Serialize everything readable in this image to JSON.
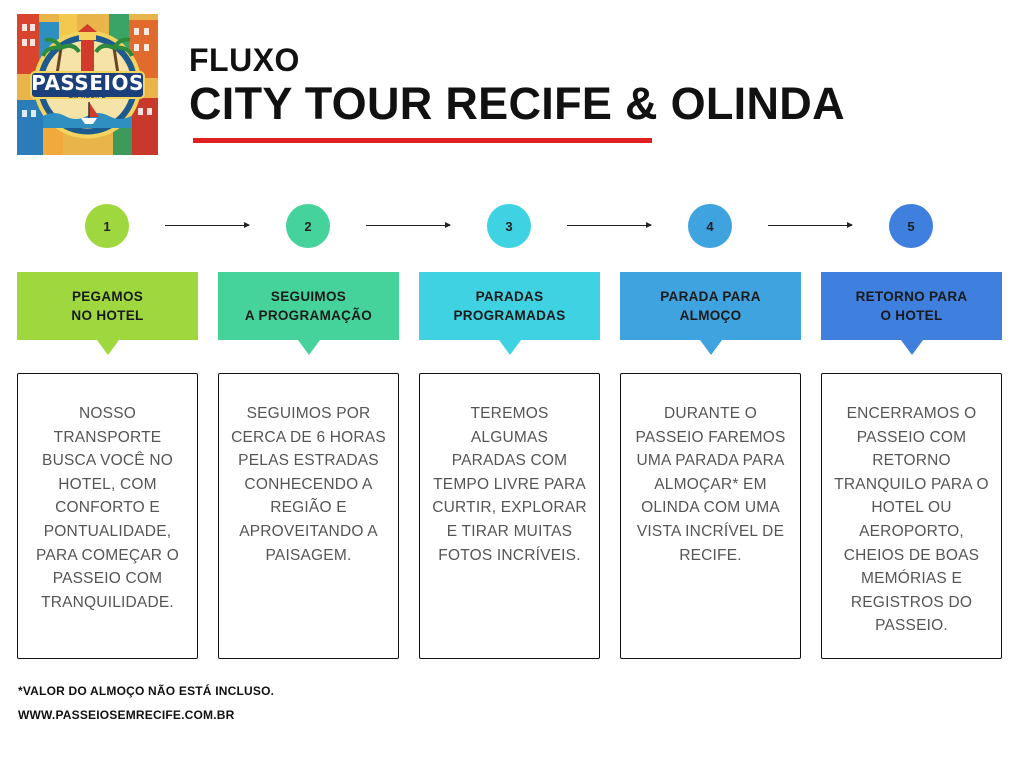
{
  "logo": {
    "text_main": "PASSEIOS",
    "text_sub": "EM RECIFE"
  },
  "header": {
    "subtitle": "FLUXO",
    "title": "CITY TOUR RECIFE & OLINDA"
  },
  "steps": [
    {
      "number": "1",
      "label": "PEGAMOS\nNO HOTEL",
      "color": "#9ed83e",
      "description": "NOSSO TRANSPORTE BUSCA VOCÊ NO HOTEL, COM CONFORTO E PONTUALIDADE, PARA COMEÇAR O PASSEIO COM TRANQUILIDADE."
    },
    {
      "number": "2",
      "label": "SEGUIMOS\nA PROGRAMAÇÃO",
      "color": "#45d39b",
      "description": "SEGUIMOS POR CERCA DE 6 HORAS PELAS ESTRADAS CONHECENDO A REGIÃO E APROVEITANDO A PAISAGEM."
    },
    {
      "number": "3",
      "label": "PARADAS\nPROGRAMADAS",
      "color": "#3fd2e2",
      "description": "TEREMOS ALGUMAS PARADAS COM TEMPO LIVRE PARA CURTIR, EXPLORAR E TIRAR MUITAS FOTOS INCRÍVEIS."
    },
    {
      "number": "4",
      "label": "PARADA PARA\nALMOÇO",
      "color": "#3ea3de",
      "description": "DURANTE O PASSEIO FAREMOS UMA PARADA PARA ALMOÇAR* EM OLINDA COM UMA VISTA INCRÍVEL DE RECIFE."
    },
    {
      "number": "5",
      "label": "RETORNO PARA\nO HOTEL",
      "color": "#3f7fdd",
      "description": "ENCERRAMOS O PASSEIO COM RETORNO TRANQUILO PARA O HOTEL OU AEROPORTO, CHEIOS DE BOAS MEMÓRIAS E REGISTROS DO PASSEIO."
    }
  ],
  "footer": {
    "note": "*VALOR DO ALMOÇO NÃO ESTÁ INCLUSO.",
    "website": "WWW.PASSEIOSEMRECIFE.COM.BR"
  }
}
